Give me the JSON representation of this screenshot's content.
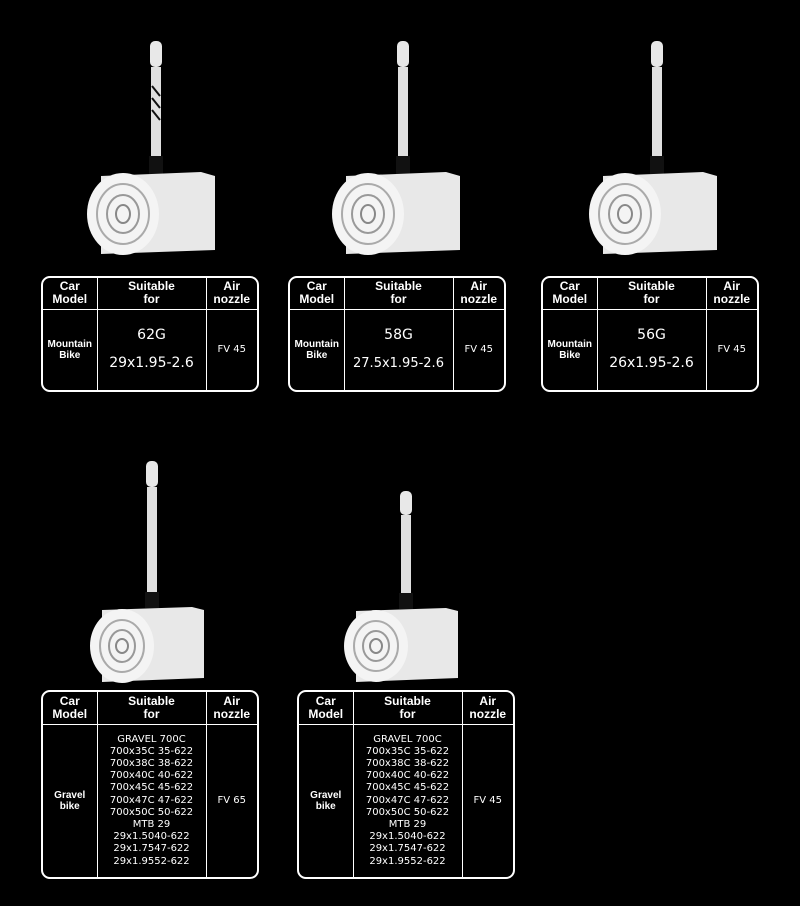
{
  "headers": {
    "car_model": [
      "Car",
      "Model"
    ],
    "suitable_for": [
      "Suitable",
      "for"
    ],
    "air_nozzle": [
      "Air",
      "nozzle"
    ]
  },
  "products": [
    {
      "model": [
        "Mountain",
        "Bike"
      ],
      "weight": "62G",
      "size": "29x1.95-2.6",
      "nozzle": "FV 45"
    },
    {
      "model": [
        "Mountain",
        "Bike"
      ],
      "weight": "58G",
      "size": "27.5x1.95-2.6",
      "nozzle": "FV 45"
    },
    {
      "model": [
        "Mountain",
        "Bike"
      ],
      "weight": "56G",
      "size": "26x1.95-2.6",
      "nozzle": "FV 45"
    },
    {
      "model": [
        "Gravel",
        "bike"
      ],
      "nozzle": "FV 65",
      "sizes": [
        "GRAVEL 700C",
        "700x35C 35-622",
        "700x38C 38-622",
        "700x40C 40-622",
        "700x45C 45-622",
        "700x47C 47-622",
        "700x50C 50-622",
        "MTB 29",
        "29x1.5040-622",
        "29x1.7547-622",
        "29x1.9552-622"
      ]
    },
    {
      "model": [
        "Gravel",
        "bike"
      ],
      "nozzle": "FV 45",
      "sizes": [
        "GRAVEL 700C",
        "700x35C 35-622",
        "700x38C 38-622",
        "700x40C 40-622",
        "700x45C 45-622",
        "700x47C 47-622",
        "700x50C 50-622",
        "MTB 29",
        "29x1.5040-622",
        "29x1.7547-622",
        "29x1.9552-622"
      ]
    }
  ]
}
